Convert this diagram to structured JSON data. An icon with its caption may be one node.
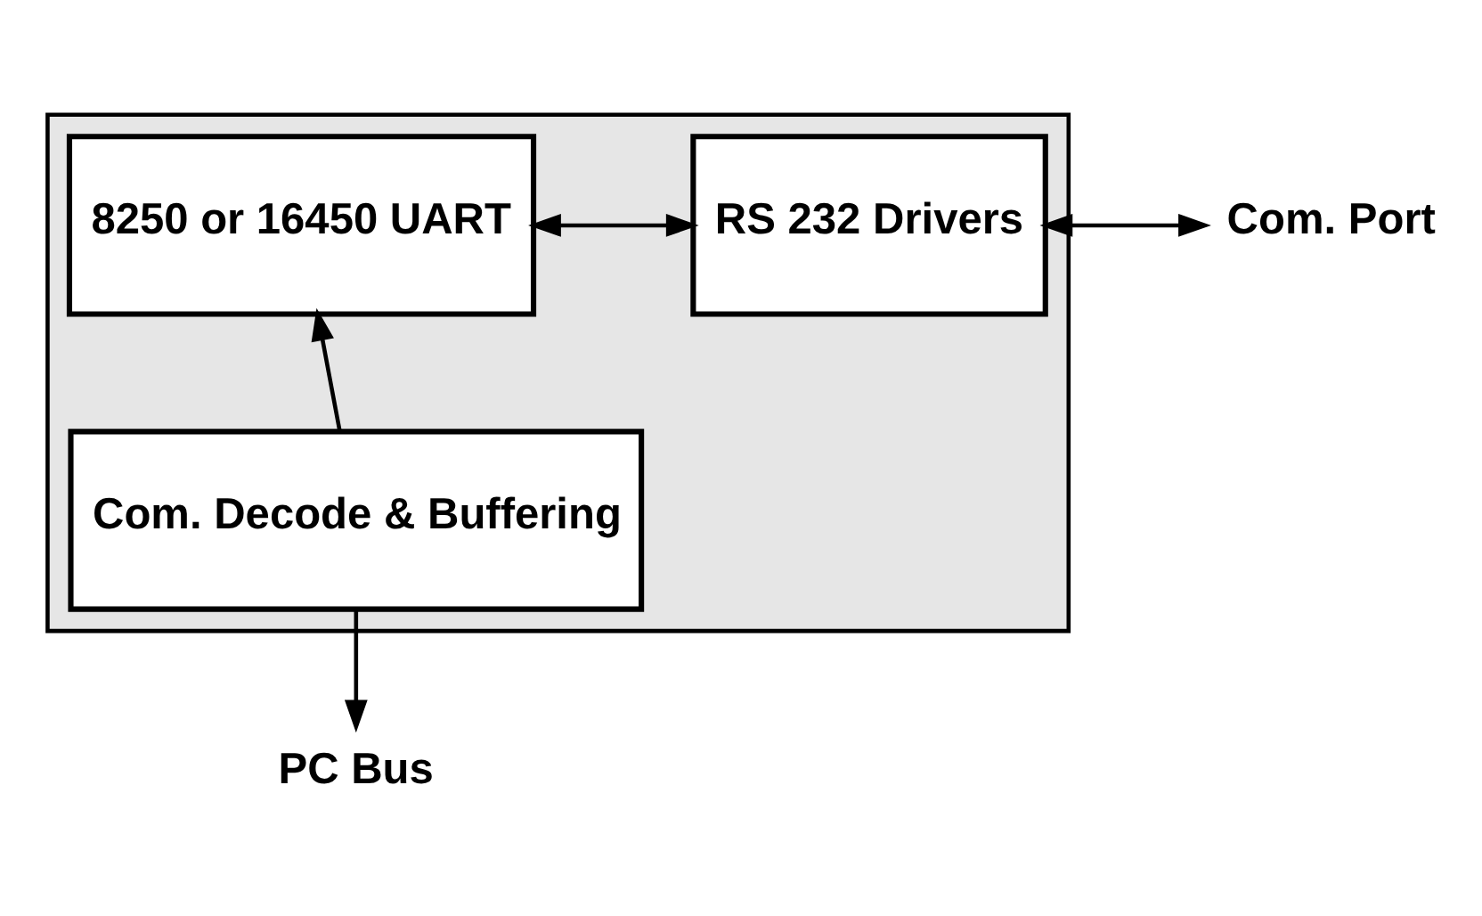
{
  "diagram": {
    "nodes": [
      {
        "text": [],
        "shape": "box"
      },
      {
        "text": [
          "8250 or 16450 UART"
        ],
        "in": 0
      },
      {
        "text": [
          "RS 232 Drivers"
        ],
        "in": 0
      },
      {
        "text": [
          "Com. Decode & Buffering"
        ],
        "in": 0
      },
      {
        "text": [
          "Com. Port"
        ]
      },
      {
        "text": [
          "PC Bus"
        ]
      }
    ],
    "edges": [
      {
        "from": 1,
        "to": 2,
        "arrow": "both"
      },
      {
        "from": 2,
        "to": 4,
        "arrow": "both"
      },
      {
        "from": 3,
        "to": 1,
        "arrow": "to"
      },
      {
        "from": 3,
        "to": 5,
        "arrow": "to"
      }
    ]
  }
}
